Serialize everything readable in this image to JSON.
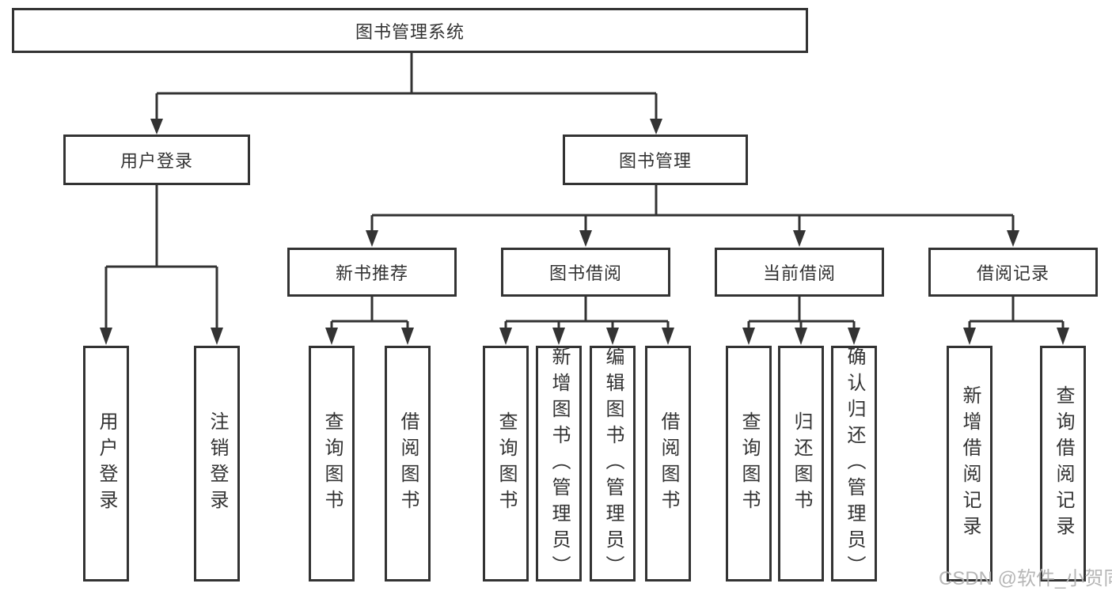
{
  "tree": {
    "root": {
      "label": "图书管理系统"
    },
    "level2": [
      {
        "label": "用户登录",
        "children": [
          {
            "label": "用户登录"
          },
          {
            "label": "注销登录"
          }
        ]
      },
      {
        "label": "图书管理",
        "children": [
          {
            "label": "新书推荐",
            "children": [
              {
                "label": "查询图书"
              },
              {
                "label": "借阅图书"
              }
            ]
          },
          {
            "label": "图书借阅",
            "children": [
              {
                "label": "查询图书"
              },
              {
                "label": "新增图书（管理员）"
              },
              {
                "label": "编辑图书（管理员）"
              },
              {
                "label": "借阅图书"
              }
            ]
          },
          {
            "label": "当前借阅",
            "children": [
              {
                "label": "查询图书"
              },
              {
                "label": "归还图书"
              },
              {
                "label": "确认归还（管理员）"
              }
            ]
          },
          {
            "label": "借阅记录",
            "children": [
              {
                "label": "新增借阅记录"
              },
              {
                "label": "查询借阅记录"
              }
            ]
          }
        ]
      }
    ]
  },
  "watermark": {
    "text": "CSDN @软件_小贺同学"
  },
  "colors": {
    "line": "#333333",
    "text": "#333333",
    "watermark": "#b3b3b3",
    "background": "#ffffff"
  }
}
